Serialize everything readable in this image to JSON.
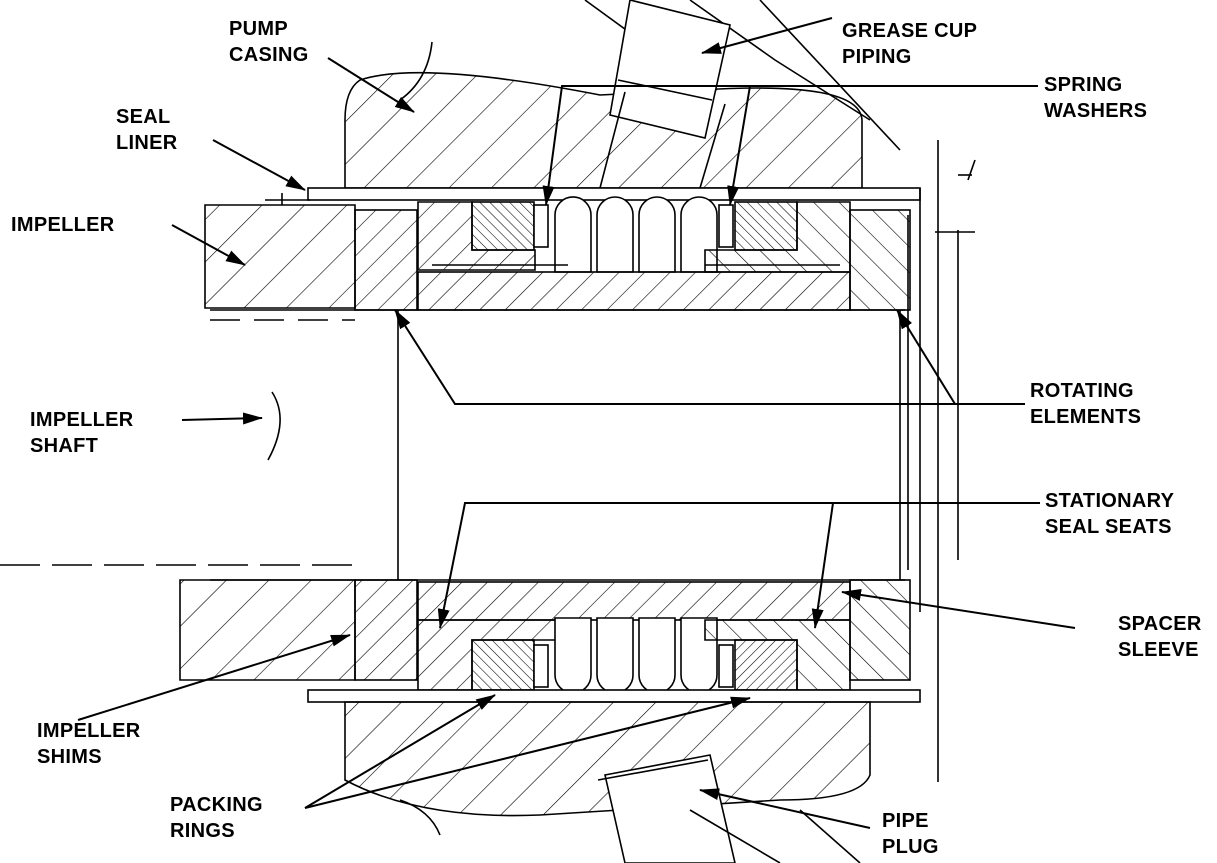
{
  "labels": {
    "pump_casing": [
      "PUMP",
      "CASING"
    ],
    "grease_cup_piping": [
      "GREASE CUP",
      "PIPING"
    ],
    "seal_liner": [
      "SEAL",
      "LINER"
    ],
    "spring_washers": [
      "SPRING",
      "WASHERS"
    ],
    "impeller": [
      "IMPELLER"
    ],
    "rotating_elements": [
      "ROTATING",
      "ELEMENTS"
    ],
    "impeller_shaft": [
      "IMPELLER",
      "SHAFT"
    ],
    "stationary_seal_seats": [
      "STATIONARY",
      "SEAL SEATS"
    ],
    "spacer_sleeve": [
      "SPACER",
      "SLEEVE"
    ],
    "impeller_shims": [
      "IMPELLER",
      "SHIMS"
    ],
    "packing_rings": [
      "PACKING",
      "RINGS"
    ],
    "pipe_plug": [
      "PIPE",
      "PLUG"
    ]
  },
  "colors": {
    "ink": "#000000",
    "paper": "#ffffff"
  }
}
